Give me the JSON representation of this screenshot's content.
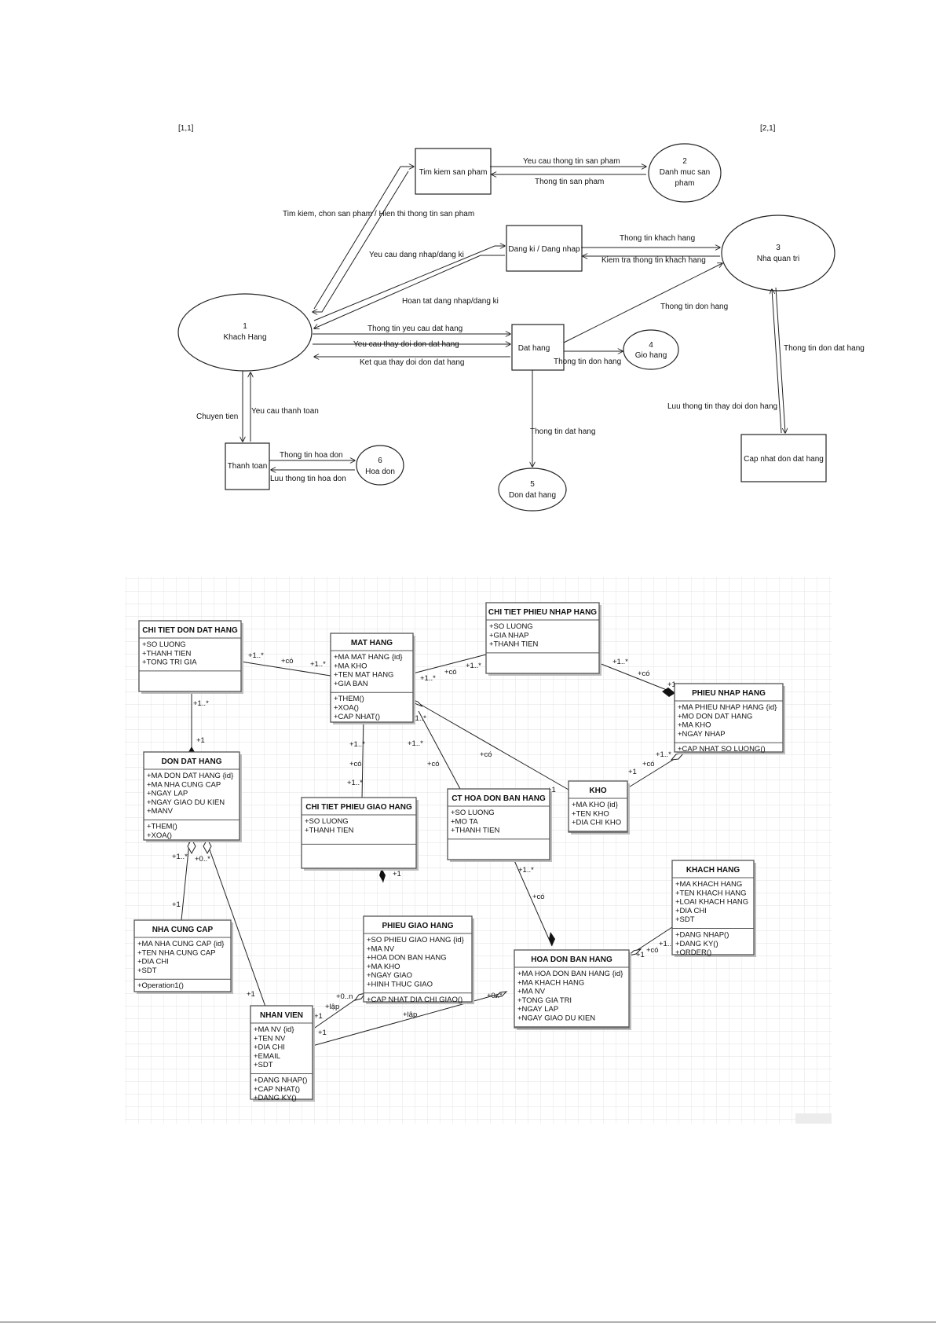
{
  "dfd": {
    "corners": {
      "left": "[1,1]",
      "right": "[2,1]"
    },
    "processes": {
      "search": "Tim kiem san pham",
      "login": "Dang ki / Dang nhap",
      "order": "Dat hang",
      "payment": "Thanh toan",
      "update": "Cap nhat don dat hang"
    },
    "entities": {
      "customer": {
        "num": "1",
        "name": "Khach Hang"
      },
      "catalog": {
        "num": "2",
        "line1": "Danh muc san",
        "line2": "pham"
      },
      "admin": {
        "num": "3",
        "name": "Nha quan tri"
      },
      "cart": {
        "num": "4",
        "name": "Gio hang"
      },
      "orders": {
        "num": "5",
        "name": "Don dat hang"
      },
      "invoice": {
        "num": "6",
        "name": "Hoa don"
      }
    },
    "flows": {
      "req_product": "Yeu cau thong tin san pham",
      "product_info": "Thong tin san pham",
      "search_select": "Tim kiem, chon san pham / Hien thi thong tin san pham",
      "req_login": "Yeu cau dang nhap/dang ki",
      "done_login": "Hoan tat dang nhap/dang ki",
      "customer_info": "Thong tin khach hang",
      "check_customer": "Kiem tra thong tin khach hang",
      "order_info_admin": "Thong tin don hang",
      "req_order_info": "Thong tin yeu cau dat hang",
      "req_change": "Yeu cau thay doi don dat hang",
      "change_result": "Ket qua thay doi don dat hang",
      "order_info_cart": "Thong tin don hang",
      "order_info_store": "Thong tin dat hang",
      "order_info_update": "Thong tin don dat hang",
      "save_change": "Luu thong tin thay doi don hang",
      "transfer": "Chuyen tien",
      "req_payment": "Yeu cau thanh toan",
      "invoice_info": "Thong tin hoa don",
      "save_invoice": "Luu thong tin hoa don"
    }
  },
  "uml": {
    "classes": {
      "ctddh": {
        "name": "CHI TIET DON DAT HANG",
        "attrs": [
          "+SO LUONG",
          "+THANH TIEN",
          "+TONG TRI GIA"
        ],
        "ops": []
      },
      "mathang": {
        "name": "MAT HANG",
        "attrs": [
          "+MA MAT HANG {id}",
          "+MA KHO",
          "+TEN MAT HANG",
          "+GIA BAN"
        ],
        "ops": [
          "+THEM()",
          "+XOA()",
          "+CAP NHAT()"
        ]
      },
      "ctpnh": {
        "name": "CHI TIET PHIEU NHAP HANG",
        "attrs": [
          "+SO LUONG",
          "+GIA NHAP",
          "+THANH TIEN"
        ],
        "ops": []
      },
      "pnh": {
        "name": "PHIEU NHAP HANG",
        "attrs": [
          "+MA PHIEU NHAP HANG {id}",
          "+MO DON DAT HANG",
          "+MA KHO",
          "+NGAY NHAP"
        ],
        "ops": [
          "+CAP NHAT SO LUONG()"
        ]
      },
      "ddh": {
        "name": "DON DAT HANG",
        "attrs": [
          "+MA DON DAT HANG {id}",
          "+MA NHA CUNG CAP",
          "+NGAY LAP",
          "+NGAY GIAO DU KIEN",
          "+MANV"
        ],
        "ops": [
          "+THEM()",
          "+XOA()"
        ]
      },
      "ctpgh": {
        "name": "CHI TIET PHIEU GIAO HANG",
        "attrs": [
          "+SO LUONG",
          "+THANH TIEN"
        ],
        "ops": []
      },
      "cthdbh": {
        "name": "CT HOA DON BAN HANG",
        "attrs": [
          "+SO LUONG",
          "+MO TA",
          "+THANH TIEN"
        ],
        "ops": []
      },
      "kho": {
        "name": "KHO",
        "attrs": [
          "+MA KHO {id}",
          "+TEN KHO",
          "+DIA CHI KHO"
        ],
        "ops": []
      },
      "khachhang": {
        "name": "KHACH HANG",
        "attrs": [
          "+MA KHACH HANG",
          "+TEN KHACH HANG",
          "+LOAI KHACH HANG",
          "+DIA CHI",
          "+SDT"
        ],
        "ops": [
          "+DANG NHAP()",
          "+DANG KY()",
          "+ORDER()"
        ]
      },
      "ncc": {
        "name": "NHA CUNG CAP",
        "attrs": [
          "+MA NHA CUNG CAP {id}",
          "+TEN NHA CUNG CAP",
          "+DIA CHI",
          "+SDT"
        ],
        "ops": [
          "+Operation1()"
        ]
      },
      "pgh": {
        "name": "PHIEU GIAO HANG",
        "attrs": [
          "+SO PHIEU GIAO HANG {id}",
          "+MA NV",
          "+HOA DON BAN HANG",
          "+MA KHO",
          "+NGAY GIAO",
          "+HINH THUC GIAO"
        ],
        "ops": [
          "+CAP NHAT DIA CHI GIAO()"
        ]
      },
      "hdbh": {
        "name": "HOA DON BAN HANG",
        "attrs": [
          "+MA HOA DON BAN HANG {id}",
          "+MA KHACH HANG",
          "+MA NV",
          "+TONG GIA TRI",
          "+NGAY LAP",
          "+NGAY GIAO DU KIEN"
        ],
        "ops": []
      },
      "nhanvien": {
        "name": "NHAN VIEN",
        "attrs": [
          "+MA NV {id}",
          "+TEN NV",
          "+DIA CHI",
          "+EMAIL",
          "+SDT"
        ],
        "ops": [
          "+DANG NHAP()",
          "+CAP NHAT()",
          "+DANG KY()"
        ]
      }
    },
    "labels": {
      "one_many": "+1..*",
      "one": "+1",
      "zero_many": "+0..*",
      "zero_n": "+0..n",
      "co": "+có",
      "lap": "+lập"
    }
  }
}
